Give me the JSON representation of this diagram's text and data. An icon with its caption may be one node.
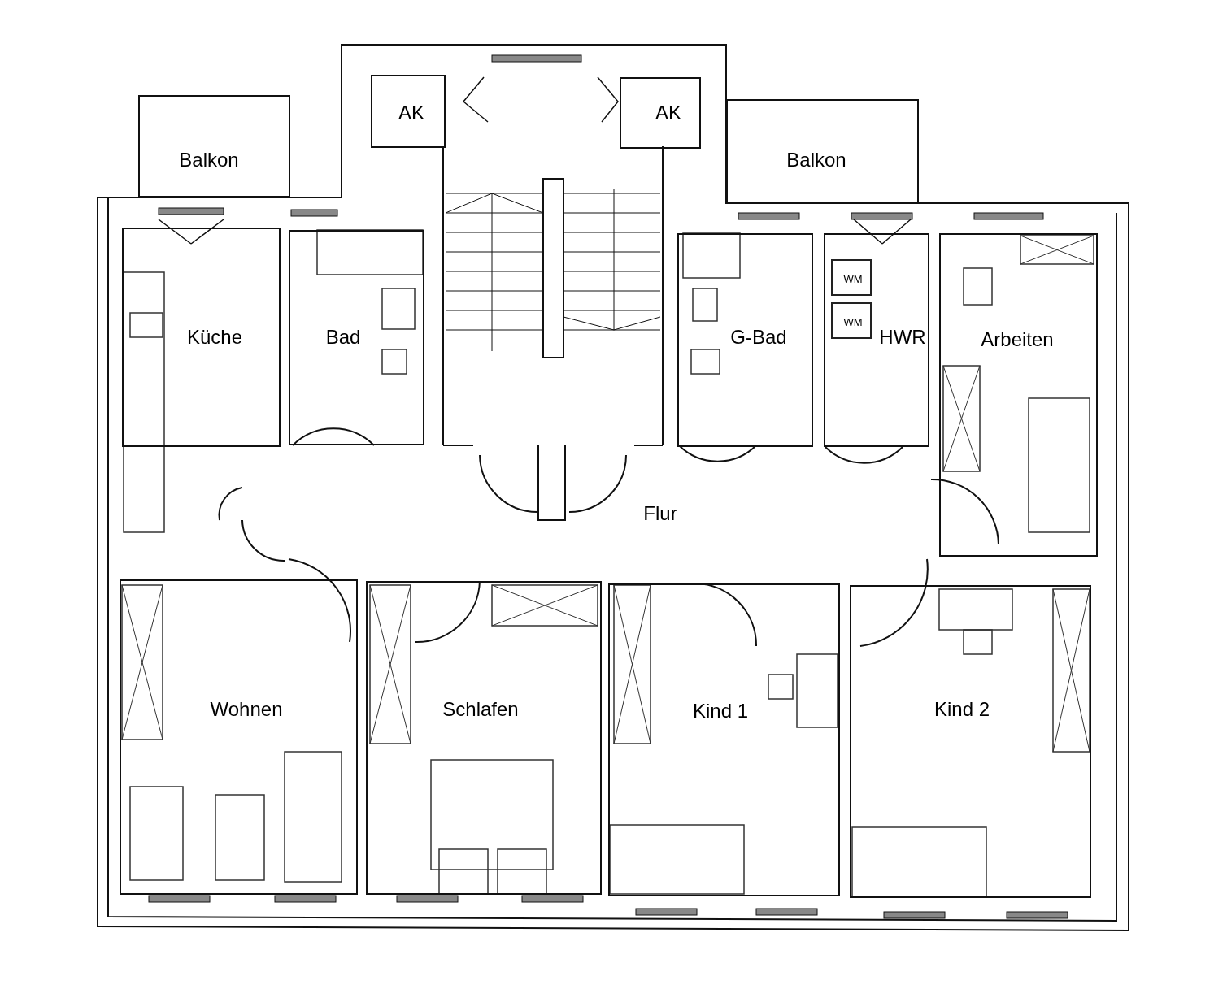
{
  "diagram": {
    "nodes": [
      {
        "text": [
          "Balkon"
        ]
      },
      {
        "text": [
          "AK"
        ]
      },
      {
        "text": [
          "AK"
        ]
      },
      {
        "text": [
          "Balkon"
        ]
      },
      {
        "text": [
          "Küche"
        ]
      },
      {
        "text": [
          "Bad"
        ]
      },
      {
        "text": [
          "G-Bad"
        ]
      },
      {
        "text": [
          "HWR"
        ]
      },
      {
        "text": [
          "WM"
        ],
        "in": 7
      },
      {
        "text": [
          "WM"
        ],
        "in": 7
      },
      {
        "text": [
          "Arbeiten"
        ]
      },
      {
        "text": [
          "Flur"
        ]
      },
      {
        "text": [
          "Wohnen"
        ]
      },
      {
        "text": [
          "Schlafen"
        ]
      },
      {
        "text": [
          "Kind 1"
        ]
      },
      {
        "text": [
          "Kind 2"
        ]
      }
    ]
  }
}
